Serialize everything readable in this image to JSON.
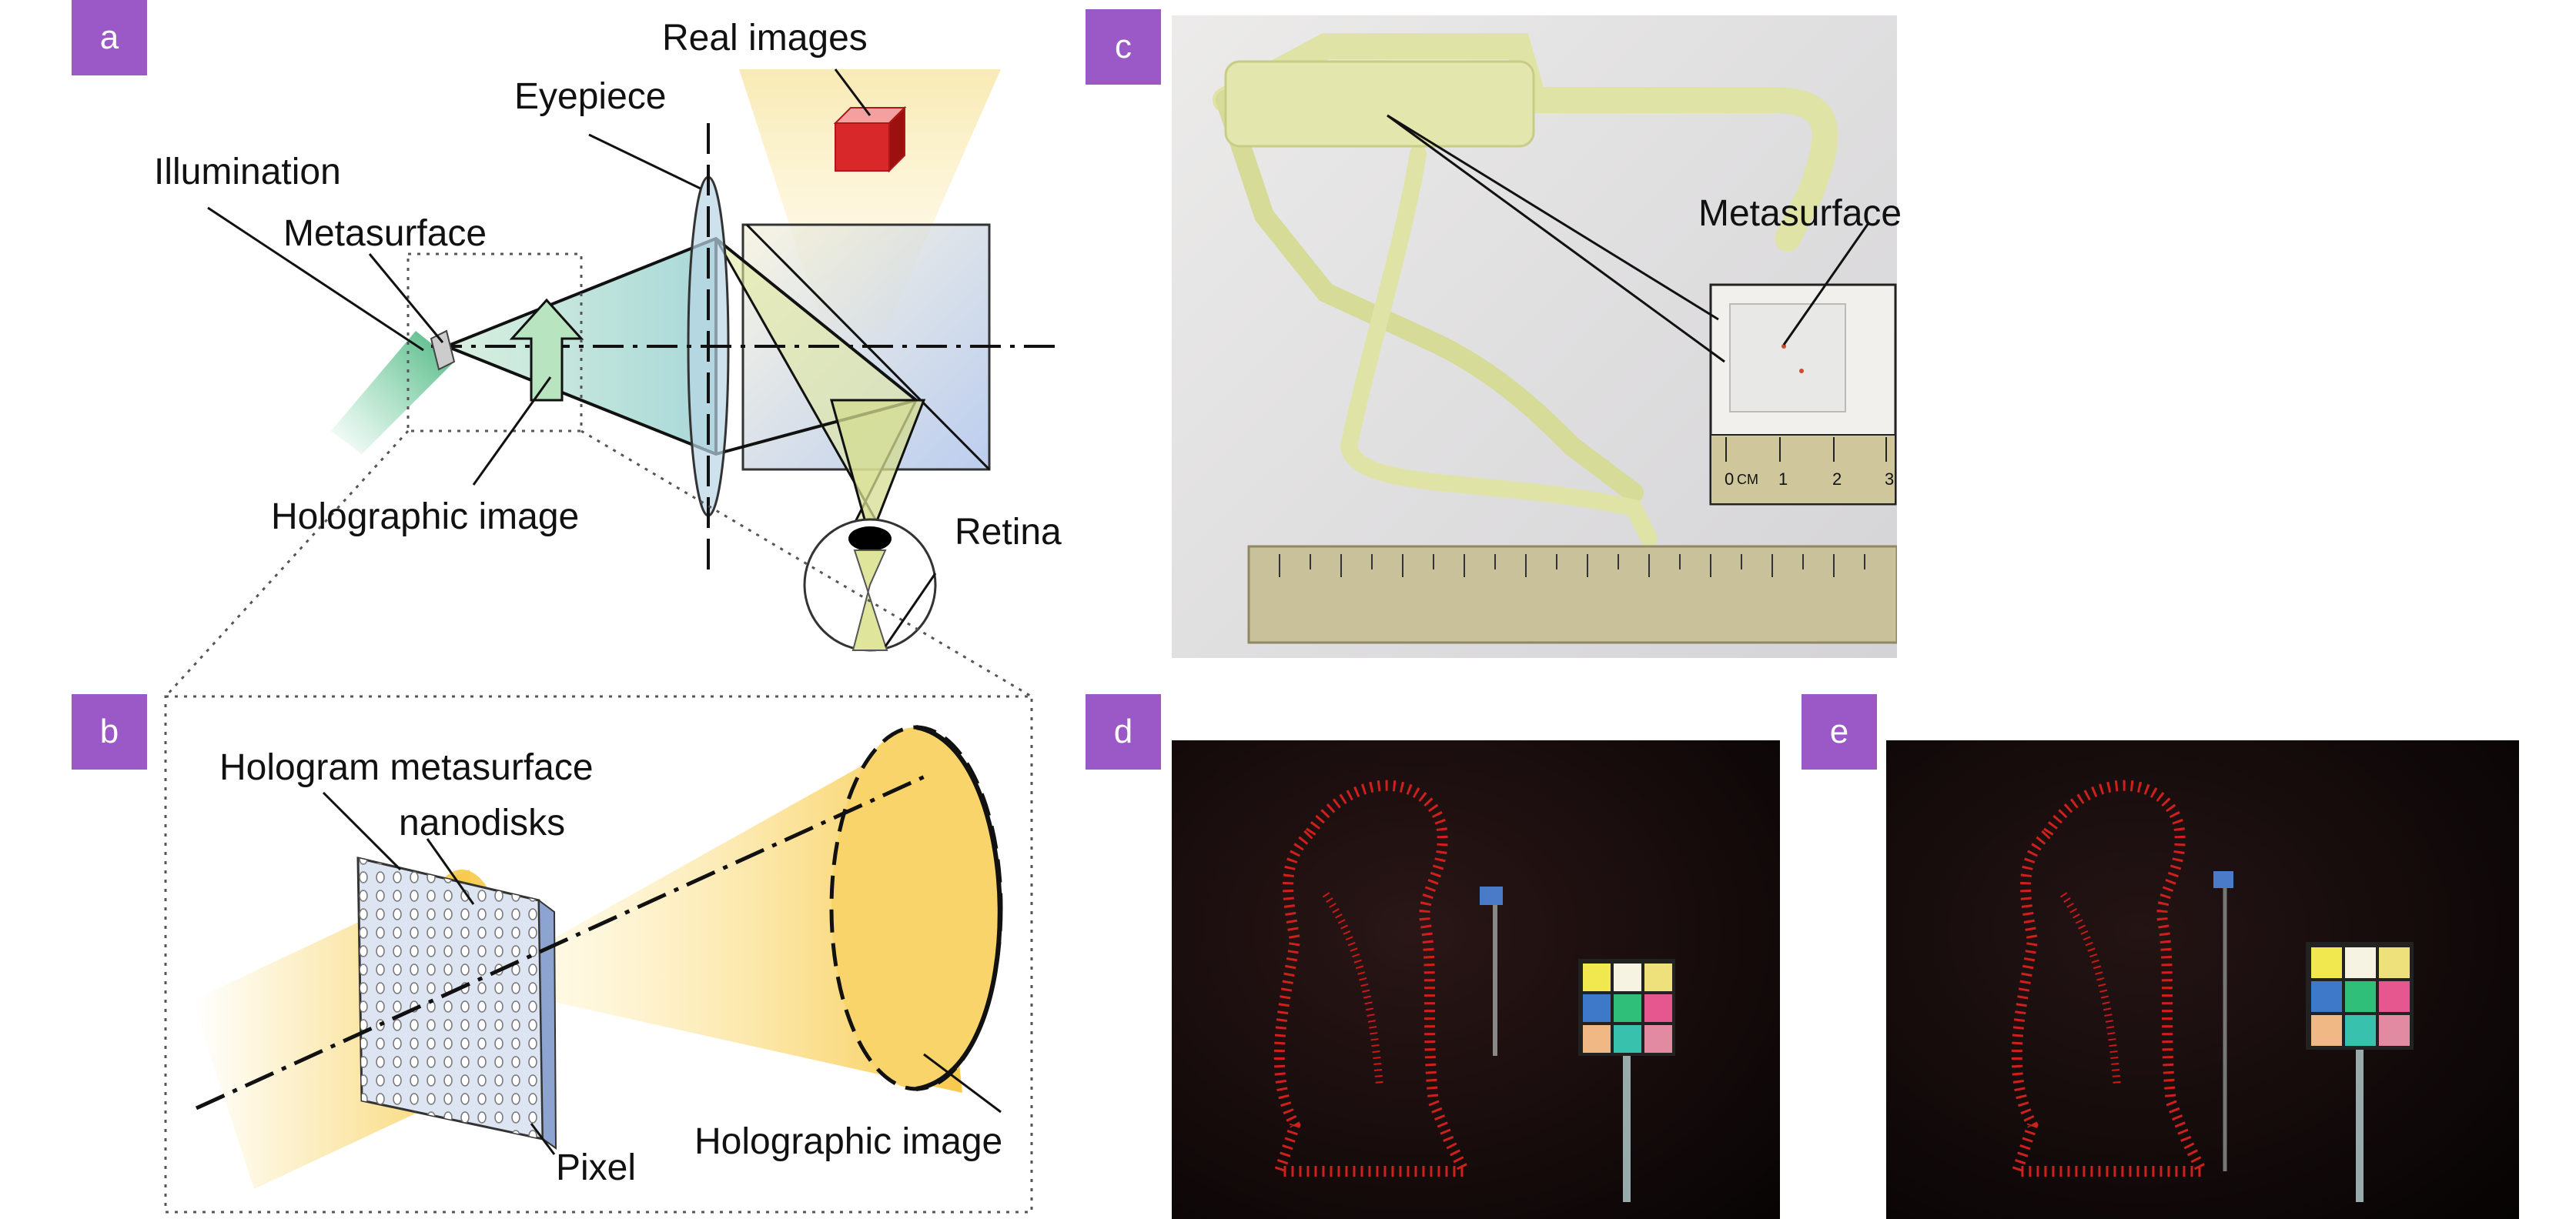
{
  "panels": {
    "a": "a",
    "b": "b",
    "c": "c",
    "d": "d",
    "e": "e"
  },
  "panel_a": {
    "real_images": "Real images",
    "eyepiece": "Eyepiece",
    "illumination": "Illumination",
    "metasurface": "Metasurface",
    "holographic_image": "Holographic image",
    "retina": "Retina"
  },
  "panel_b": {
    "hologram_metasurface": "Hologram metasurface",
    "nanodisks": "nanodisks",
    "pixel": "Pixel",
    "holographic_image": "Holographic image"
  },
  "panel_c": {
    "metasurface": "Metasurface",
    "ruler_unit": "CM",
    "ruler_ticks": [
      "0",
      "1",
      "2",
      "3"
    ]
  },
  "colors": {
    "badge": "#9b59c7",
    "green_beam": "#3fbf7f",
    "yellow_beam": "#f7d45a",
    "hologram_red": "#d0201c"
  }
}
